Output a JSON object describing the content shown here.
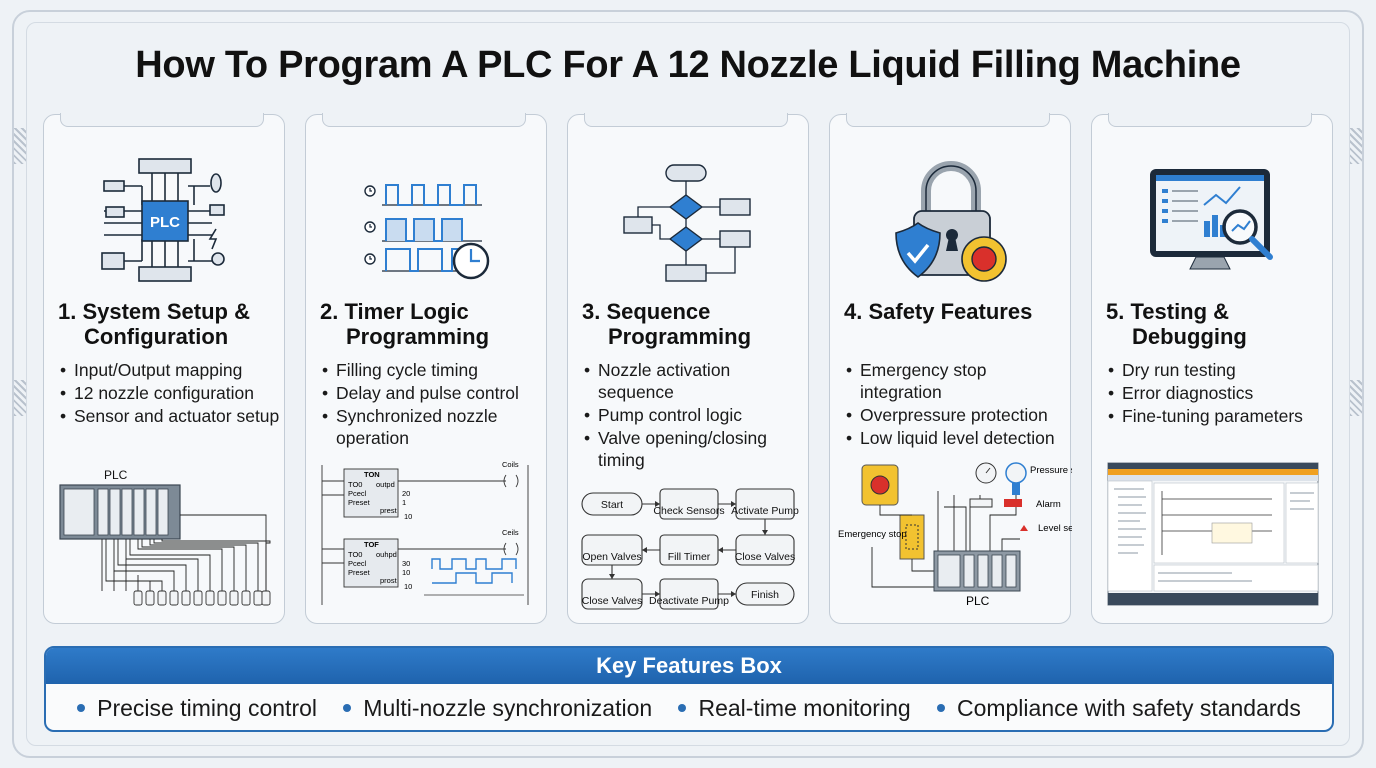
{
  "title": "How To Program A PLC For A 12 Nozzle Liquid Filling Machine",
  "cards": [
    {
      "title_l1": "1. System Setup &",
      "title_l2": "Configuration",
      "bullets": [
        "Input/Output mapping",
        "12 nozzle configuration",
        "Sensor and actuator setup"
      ],
      "icon_label": "PLC",
      "illus_label": "PLC"
    },
    {
      "title_l1": "2. Timer Logic",
      "title_l2": "Programming",
      "bullets": [
        "Filling cycle timing",
        "Delay and pulse control",
        "Synchronized nozzle operation"
      ],
      "ton": {
        "name": "TON",
        "rows": [
          "TO0",
          "Pcecl",
          "Preset"
        ],
        "right": [
          "outpd",
          "20",
          "1",
          "prest",
          "10"
        ],
        "coil": "Coils"
      },
      "tof": {
        "name": "TOF",
        "rows": [
          "TO0",
          "Pcecl",
          "Preset"
        ],
        "right": [
          "ouhpd",
          "30",
          "10",
          "prost",
          "10"
        ],
        "coil": "Ceils"
      }
    },
    {
      "title_l1": "3. Sequence",
      "title_l2": "Programming",
      "bullets": [
        "Nozzle activation sequence",
        "Pump control logic",
        "Valve opening/closing timing"
      ],
      "flow": [
        "Start",
        "Check Sensors",
        "Activate Pump",
        "Open Valves",
        "Fill Timer",
        "Close Valves",
        "Close Valves",
        "Deactivate Pump",
        "Finish"
      ]
    },
    {
      "title_l1": "4. Safety Features",
      "title_l2": "",
      "bullets": [
        "Emergency stop integration",
        "Overpressure protection",
        "Low liquid level detection"
      ],
      "labels": {
        "estop": "Emergency stop",
        "pressure": "Pressure sensor",
        "alarm": "Alarm",
        "level": "Level sensor",
        "plc": "PLC"
      }
    },
    {
      "title_l1": "5. Testing &",
      "title_l2": "Debugging",
      "bullets": [
        "Dry run testing",
        "Error diagnostics",
        "Fine-tuning parameters"
      ]
    }
  ],
  "key_features": {
    "heading": "Key Features Box",
    "items": [
      "Precise timing control",
      "Multi-nozzle synchronization",
      "Real-time monitoring",
      "Compliance with safety standards"
    ]
  },
  "colors": {
    "accent": "#2a6db3",
    "icon_blue": "#2f7fd1",
    "warn_yellow": "#f2c230",
    "alarm_red": "#d9302b"
  }
}
